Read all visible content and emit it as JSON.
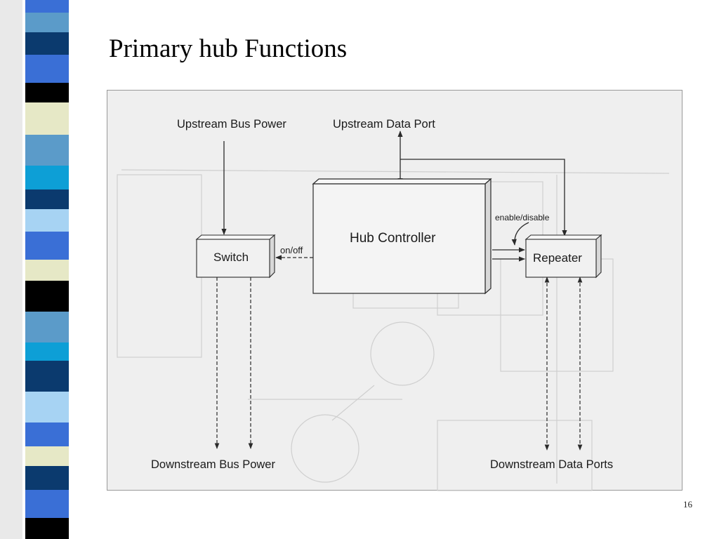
{
  "slide": {
    "title": "Primary hub Functions",
    "page_number": "16"
  },
  "diagram": {
    "upstream_bus_power": "Upstream Bus Power",
    "upstream_data_port": "Upstream Data Port",
    "hub_controller": "Hub Controller",
    "switch": "Switch",
    "repeater": "Repeater",
    "on_off": "on/off",
    "enable_disable": "enable/disable",
    "downstream_bus_power": "Downstream Bus Power",
    "downstream_data_ports": "Downstream Data Ports"
  },
  "colors": {
    "stripe_palette": [
      "#3a6fd6",
      "#5b9bc9",
      "#0b3a6e",
      "#a7d3f3",
      "#000000",
      "#e6e8c6",
      "#1e5a96",
      "#0d9fd6"
    ]
  }
}
